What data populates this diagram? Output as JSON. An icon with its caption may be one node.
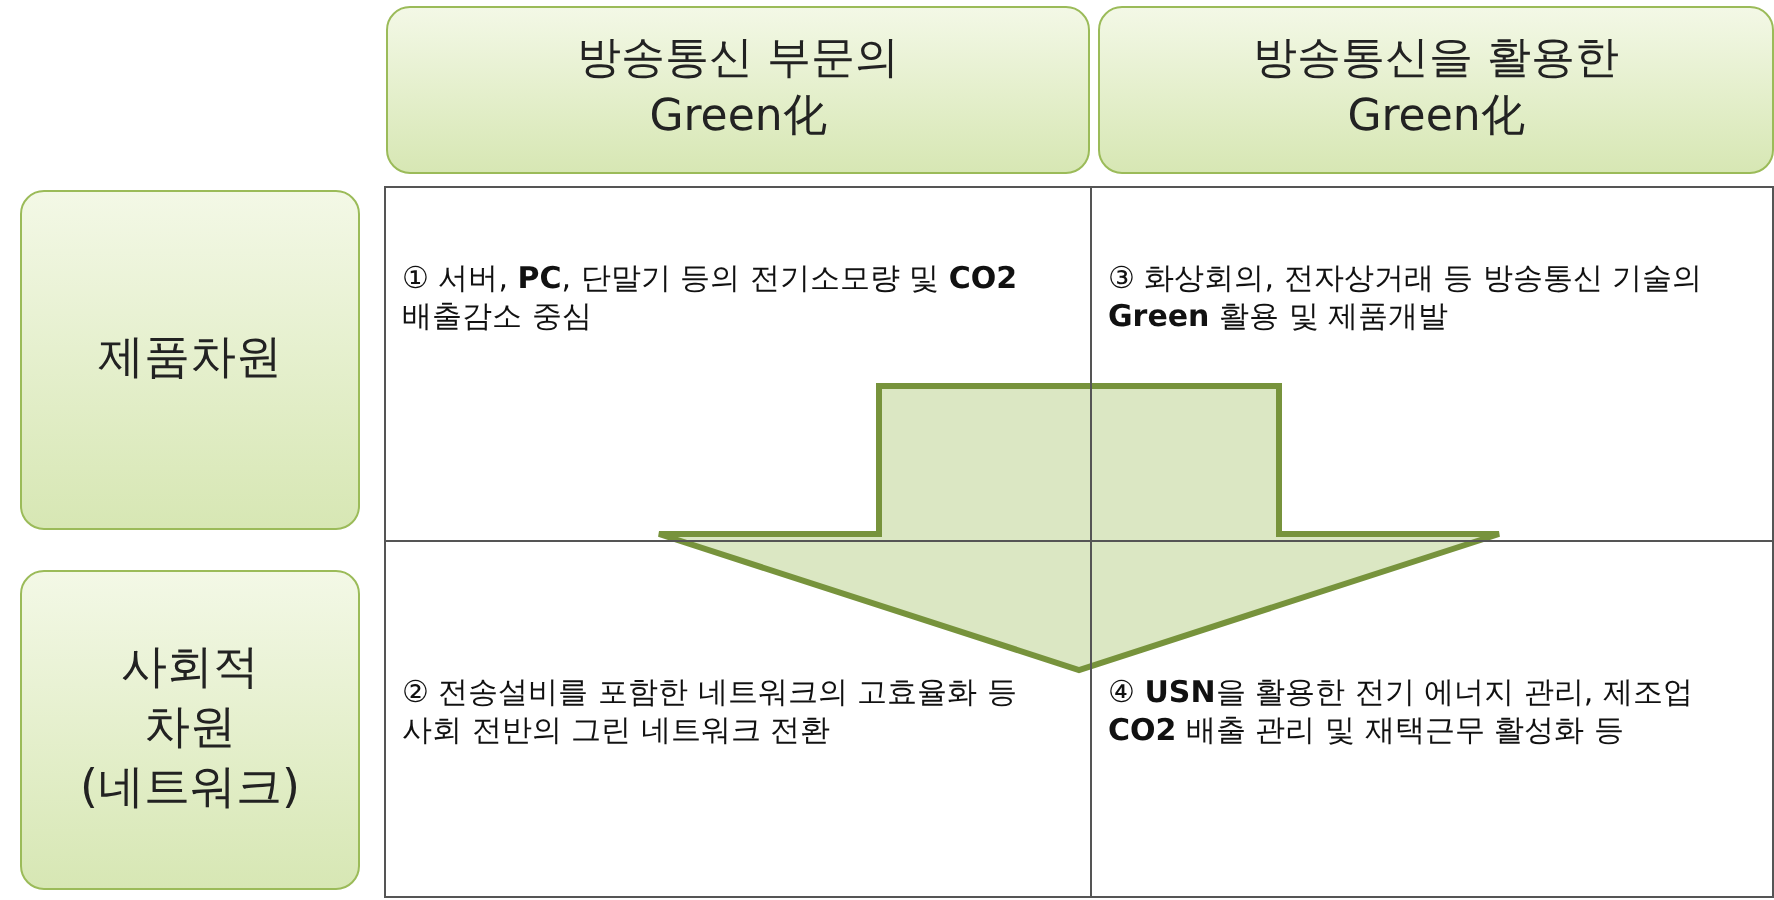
{
  "diagram": {
    "nodes": [
      {
        "text": [
          "방송통신 부문의 Green化"
        ]
      },
      {
        "text": [
          "방송통신을 활용한 Green化"
        ]
      },
      {
        "text": [
          "제품차원"
        ]
      },
      {
        "text": [
          "사회적 차원 (네트워크)"
        ]
      },
      {
        "text": [
          "① 서버, **PC**, 단말기 등의 전기소모량 및 **CO2** 배출감소 중심"
        ]
      },
      {
        "text": [
          "③ 화상회의, 전자상거래 등 방송통신 기술의 **Green** 활용 및 제품개발"
        ]
      },
      {
        "text": [
          "② 전송설비를 포함한 네트워크의 고효율화 등 사회 전반의 그린 네트워크 전환"
        ]
      },
      {
        "text": [
          "④ **USN**을 활용한 전기 에너지 관리, 제조업 **CO2** 배출 관리 및 재택근무 활성화 등"
        ]
      }
    ],
    "edges": [
      {
        "from": 4,
        "to": 6,
        "arrow": "to",
        "style": "thick"
      },
      {
        "from": 5,
        "to": 7,
        "arrow": "to",
        "style": "thick"
      }
    ]
  }
}
